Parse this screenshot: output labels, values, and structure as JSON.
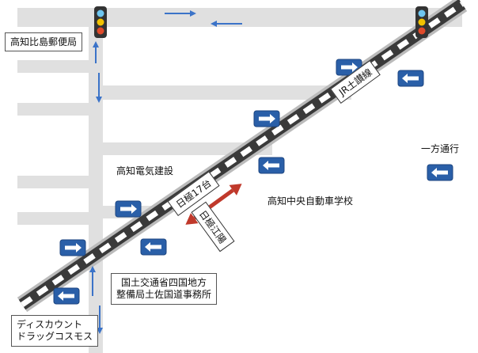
{
  "labels": {
    "post_office": "高知比島郵便局",
    "denki": "高知電気建設",
    "jidosha": "高知中央自動車学校",
    "kokudo_line1": "国土交通省四国地方",
    "kokudo_line2": "整備局土佐国道事務所",
    "discount_line1": "ディスカウント",
    "discount_line2": "ドラッグコスモス",
    "jr": "JR土讃線",
    "nichigoku17": "日極17台",
    "nichigoku_koyo": "日極江陽",
    "one_way": "一方通行"
  },
  "colors": {
    "road": "#e0e0e0",
    "rail_dark": "#3a3a3a",
    "sign_blue": "#2a5fa8",
    "flow_arrow": "#3b73c8",
    "highlight_arrow": "#c0392b"
  },
  "icons": [
    "traffic-light-icon",
    "one-way-arrow-sign-icon",
    "flow-arrow-icon",
    "double-headed-arrow-icon"
  ]
}
